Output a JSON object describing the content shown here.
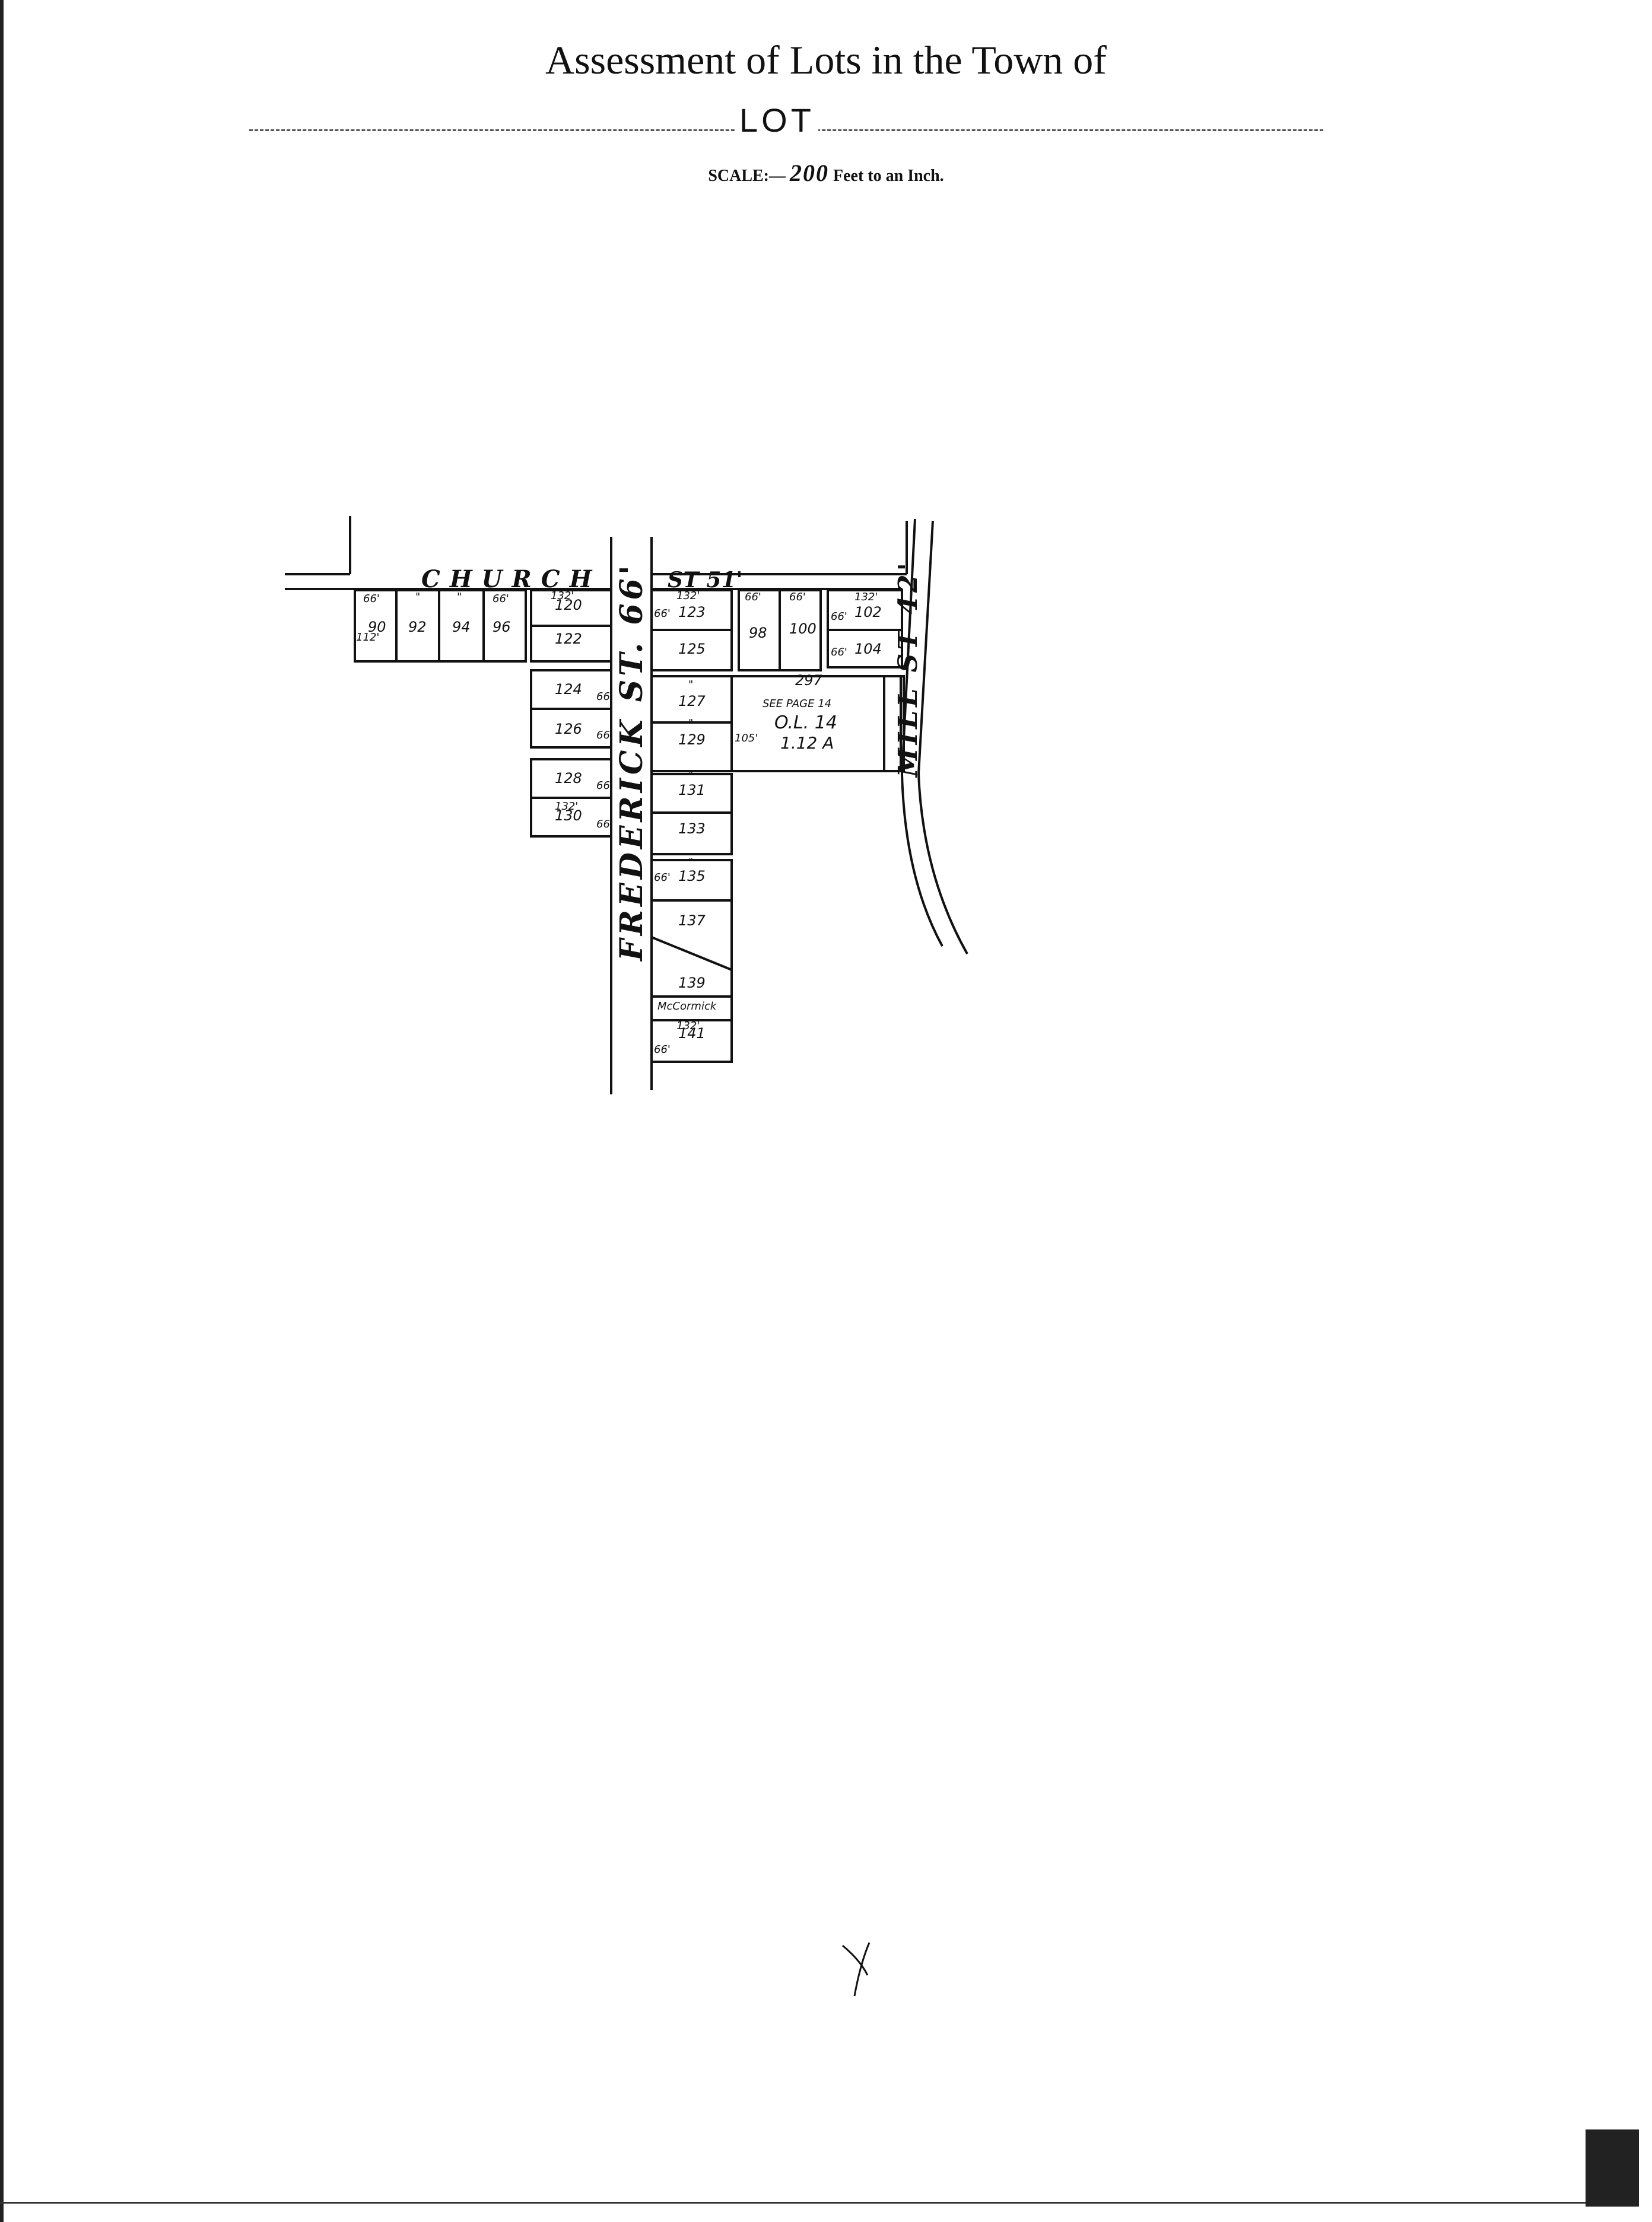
{
  "header": {
    "title": "Assessment of Lots in the Town of",
    "lot_label": "LOT",
    "scale_prefix": "SCALE:—",
    "scale_value": "200",
    "scale_suffix": "Feet to an Inch."
  },
  "streets": {
    "church": "CHURCH",
    "church_width": "ST 51'",
    "frederick": "FREDERICK ST. 66'",
    "mill": "MILL ST 42'"
  },
  "lots": {
    "l90": "90",
    "l92": "92",
    "l94": "94",
    "l96": "96",
    "l98": "98",
    "l100": "100",
    "l102": "102",
    "l104": "104",
    "l120": "120",
    "l122": "122",
    "l124": "124",
    "l126": "126",
    "l128": "128",
    "l130": "130",
    "l123": "123",
    "l125": "125",
    "l127": "127",
    "l129": "129",
    "l131": "131",
    "l133": "133",
    "l135": "135",
    "l137": "137",
    "l139": "139",
    "l141": "141",
    "l297": "297"
  },
  "annotations": {
    "see_page": "SEE PAGE 14",
    "ol": "O.L. 14",
    "acres": "1.12 A",
    "mc": "McCormick"
  },
  "dimensions": {
    "d66": "66'",
    "d132": "132'",
    "d105": "105'",
    "d112": "112'",
    "ditto": "\""
  }
}
